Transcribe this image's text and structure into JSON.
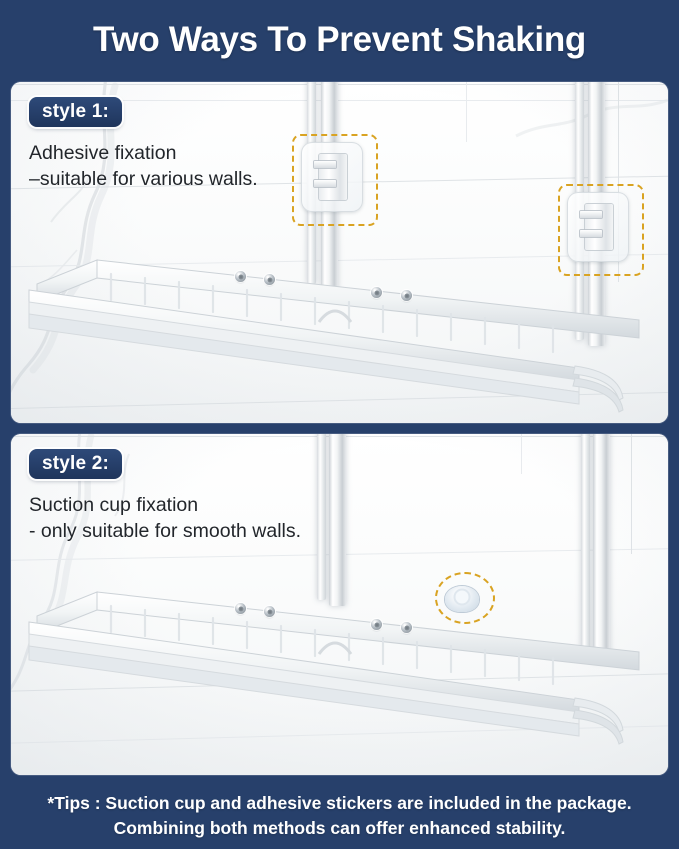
{
  "header": {
    "title": "Two Ways To Prevent Shaking"
  },
  "colors": {
    "background_navy": "#27406b",
    "badge_navy": "#1f355c",
    "highlight_gold": "#d9a322",
    "panel_white": "#f7f8f9",
    "caption_text": "#22262b"
  },
  "panels": [
    {
      "badge_label": "style 1:",
      "caption": "Adhesive fixation\n–suitable for various walls.",
      "scene": "shower caddy basket mounted on two vertical poles against a white marble tile wall, with two transparent adhesive wall stickers highlighted by gold dashed rectangles",
      "highlights": [
        {
          "type": "dashed-rectangle",
          "target": "adhesive-sticker-left"
        },
        {
          "type": "dashed-rectangle",
          "target": "adhesive-sticker-right"
        }
      ]
    },
    {
      "badge_label": "style 2:",
      "caption": "Suction cup fixation\n- only suitable for smooth walls.",
      "scene": "shower caddy basket mounted on two vertical poles against a white marble tile wall, with a suction cup highlighted by a gold dashed ellipse",
      "highlights": [
        {
          "type": "dashed-ellipse",
          "target": "suction-cup"
        }
      ]
    }
  ],
  "footer": {
    "line1": "*Tips : Suction cup and adhesive stickers are included in the package.",
    "line2": "Combining both methods can offer enhanced stability."
  }
}
